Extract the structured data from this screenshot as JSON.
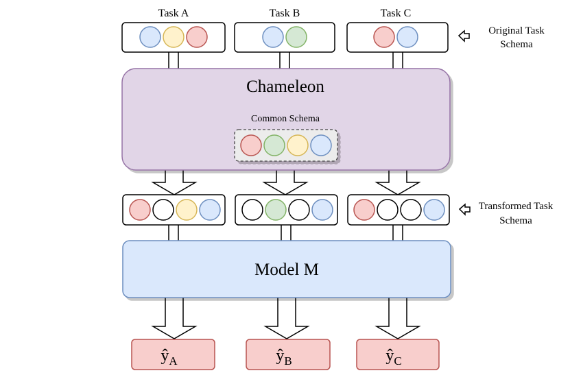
{
  "colors": {
    "red": "#f8cecc",
    "red_stroke": "#b85450",
    "yellow": "#fff2cc",
    "yellow_stroke": "#d6b656",
    "green": "#d5e8d4",
    "green_stroke": "#82b366",
    "blue": "#dae8fc",
    "blue_stroke": "#6c8ebf",
    "empty": "#ffffff",
    "empty_stroke": "#000000",
    "chameleon_fill": "#e1d5e7",
    "chameleon_stroke": "#9673a6",
    "model_fill": "#dae8fc",
    "model_stroke": "#6c8ebf",
    "output_fill": "#f8cecc",
    "output_stroke": "#b85450"
  },
  "tasks": [
    {
      "label": "Task A",
      "slots": [
        "blue",
        "yellow",
        "red"
      ]
    },
    {
      "label": "Task B",
      "slots": [
        "blue",
        "green"
      ]
    },
    {
      "label": "Task C",
      "slots": [
        "red",
        "blue"
      ]
    }
  ],
  "original_schema_label": [
    "Original Task",
    "Schema"
  ],
  "chameleon": {
    "title": "Chameleon",
    "common_schema_label": "Common Schema",
    "common_slots": [
      "red",
      "green",
      "yellow",
      "blue"
    ]
  },
  "transformed": [
    {
      "slots": [
        "red",
        "empty",
        "yellow",
        "blue"
      ]
    },
    {
      "slots": [
        "empty",
        "green",
        "empty",
        "blue"
      ]
    },
    {
      "slots": [
        "red",
        "empty",
        "empty",
        "blue"
      ]
    }
  ],
  "transformed_schema_label": [
    "Transformed Task",
    "Schema"
  ],
  "model": {
    "title": "Model M"
  },
  "outputs": [
    {
      "symbol": "ŷ",
      "subscript": "A"
    },
    {
      "symbol": "ŷ",
      "subscript": "B"
    },
    {
      "symbol": "ŷ",
      "subscript": "C"
    }
  ]
}
